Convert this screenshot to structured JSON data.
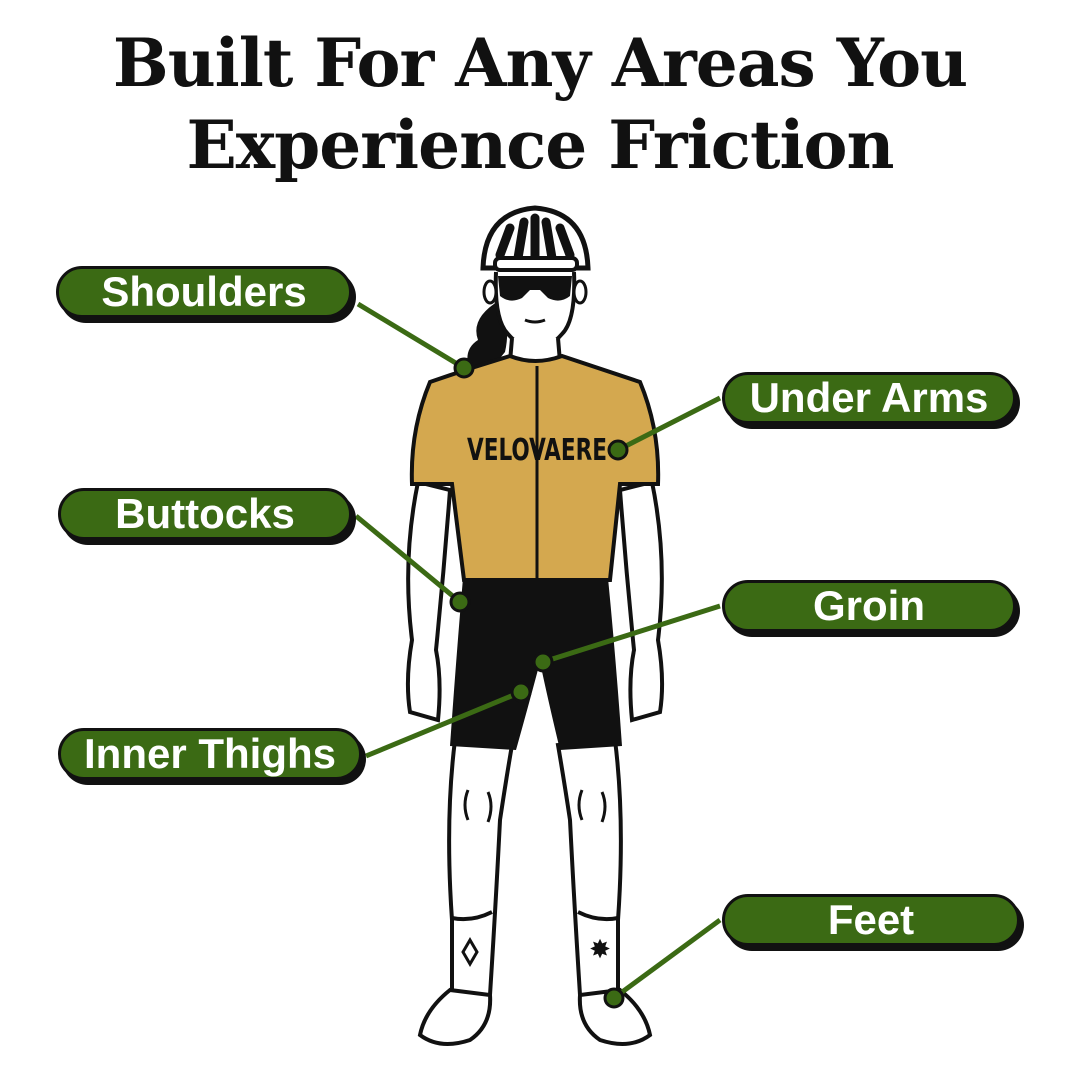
{
  "title": {
    "line1": "Built For Any Areas You",
    "line2": "Experience Friction"
  },
  "jersey_text": "VELOVAERE",
  "labels": {
    "shoulders": "Shoulders",
    "under_arms": "Under Arms",
    "buttocks": "Buttocks",
    "groin": "Groin",
    "inner_thighs": "Inner Thighs",
    "feet": "Feet"
  },
  "colors": {
    "label_green": "#3b6a14",
    "jersey_gold": "#d4a84f",
    "shorts_black": "#111111",
    "outline": "#111111"
  }
}
